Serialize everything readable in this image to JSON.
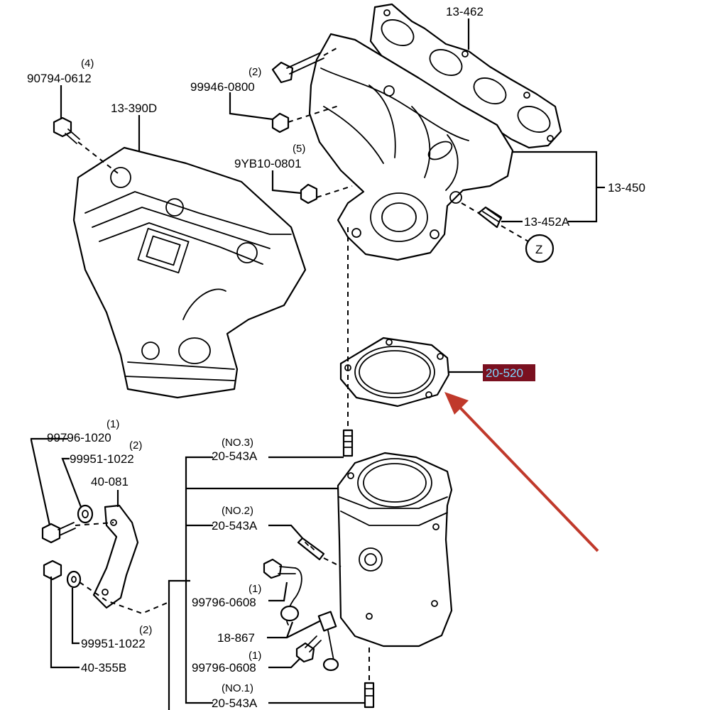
{
  "colors": {
    "highlight_bg": "#7a1020",
    "highlight_text": "#7fd8ff",
    "arrow": "#c0392b"
  },
  "labels": {
    "p13_462": "13-462",
    "p90794": "90794-0612",
    "p90794_qty": "(4)",
    "p99946": "99946-0800",
    "p99946_qty": "(2)",
    "p13_390d": "13-390D",
    "p9yb10": "9YB10-0801",
    "p9yb10_qty": "(5)",
    "p13_450": "13-450",
    "p13_452a": "13-452A",
    "callout_z": "Z",
    "p20_520": "20-520",
    "p99796_1020": "99796-1020",
    "p99796_1020_qty": "(1)",
    "p99951_1022_top": "99951-1022",
    "p99951_1022_top_qty": "(2)",
    "p40_081": "40-081",
    "no3": "(NO.3)",
    "p20_543a_3": "20-543A",
    "no2": "(NO.2)",
    "p20_543a_2": "20-543A",
    "p99796_0608_a": "99796-0608",
    "p99796_0608_a_qty": "(1)",
    "p18_867": "18-867",
    "p99796_0608_b": "99796-0608",
    "p99796_0608_b_qty": "(1)",
    "p99951_1022_bot": "99951-1022",
    "p99951_1022_bot_qty": "(2)",
    "p40_355b": "40-355B",
    "no1": "(NO.1)",
    "p20_543a_1": "20-543A"
  }
}
